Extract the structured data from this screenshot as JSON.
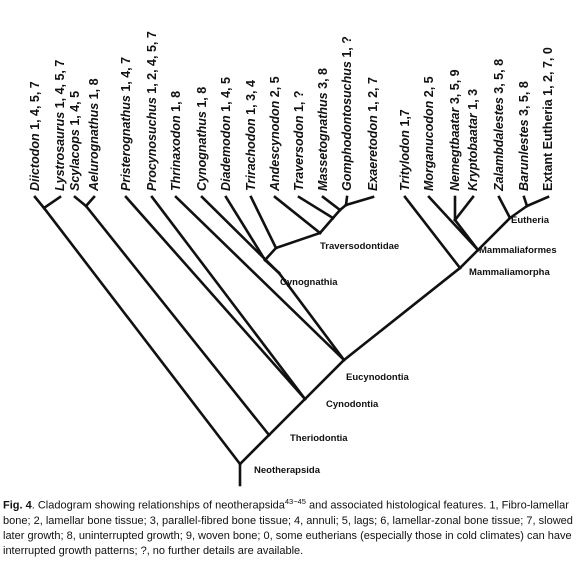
{
  "taxa": [
    {
      "name": "Diictodon",
      "features": " 1, 4, 5, 7",
      "italic": true
    },
    {
      "name": "Lystrosaurus",
      "features": " 1, 4, 5, 7",
      "italic": true
    },
    {
      "name": "Scylacops",
      "features": " 1, 4, 5",
      "italic": true
    },
    {
      "name": "Aelurognathus",
      "features": " 1, 8",
      "italic": true
    },
    {
      "name": "Pristerognathus",
      "features": " 1, 4, 7",
      "italic": true
    },
    {
      "name": "Procynosuchus",
      "features": " 1, 2, 4, 5, 7",
      "italic": true
    },
    {
      "name": "Thrinaxodon",
      "features": " 1, 8",
      "italic": true
    },
    {
      "name": "Cynognathus",
      "features": " 1, 8",
      "italic": true
    },
    {
      "name": "Diademodon",
      "features": " 1, 4, 5",
      "italic": true
    },
    {
      "name": "Trirachodon",
      "features": " 1, 3, 4",
      "italic": true
    },
    {
      "name": "Andescynodon",
      "features": " 2, 5",
      "italic": true
    },
    {
      "name": "Traversodon",
      "features": " 1, ?",
      "italic": true
    },
    {
      "name": "Massetognathus",
      "features": " 3, 8",
      "italic": true
    },
    {
      "name": "Gomphodontosuchus",
      "features": " 1, ?",
      "italic": true
    },
    {
      "name": "Exaeretodon",
      "features": " 1, 2, 7",
      "italic": true
    },
    {
      "name": "Tritylodon",
      "features": " 1,7",
      "italic": true
    },
    {
      "name": "Morganucodon",
      "features": " 2, 5",
      "italic": true
    },
    {
      "name": "Nemegtbaatar",
      "features": " 3, 5, 9",
      "italic": true
    },
    {
      "name": "Kryptobaatar",
      "features": " 1, 3",
      "italic": true
    },
    {
      "name": "Zalambdalestes",
      "features": " 3, 5, 8",
      "italic": true
    },
    {
      "name": "Barunlestes",
      "features": " 3, 5, 8",
      "italic": true
    },
    {
      "name": "Extant Eutheria",
      "features": " 1, 2, 7, 0",
      "italic": false
    }
  ],
  "clades": {
    "neotherapsida": "Neotherapsida",
    "theriodontia": "Theriodontia",
    "cynodontia": "Cynodontia",
    "eucynodontia": "Eucynodontia",
    "cynognathia": "Cynognathia",
    "traversodontidae": "Traversodontidae",
    "mammaliamorpha": "Mammaliamorpha",
    "mammaliaformes": "Mammaliaformes",
    "eutheria": "Eutheria"
  },
  "caption": {
    "fig_label": "Fig. 4",
    "lead": ". Cladogram showing relationships of neotherapsida",
    "refs": "43−45",
    "body": " and associated histological features. 1, Fibro-lamellar bone; 2, lamellar bone tissue; 3, parallel-fibred bone tissue; 4, annuli; 5, lags; 6, lamellar-zonal bone tissue; 7, slowed later growth; 8, uninterrupted growth; 9, woven bone; 0, some eutherians (especially those in cold climates) can have interrupted growth patterns; ?, no further details are available."
  }
}
